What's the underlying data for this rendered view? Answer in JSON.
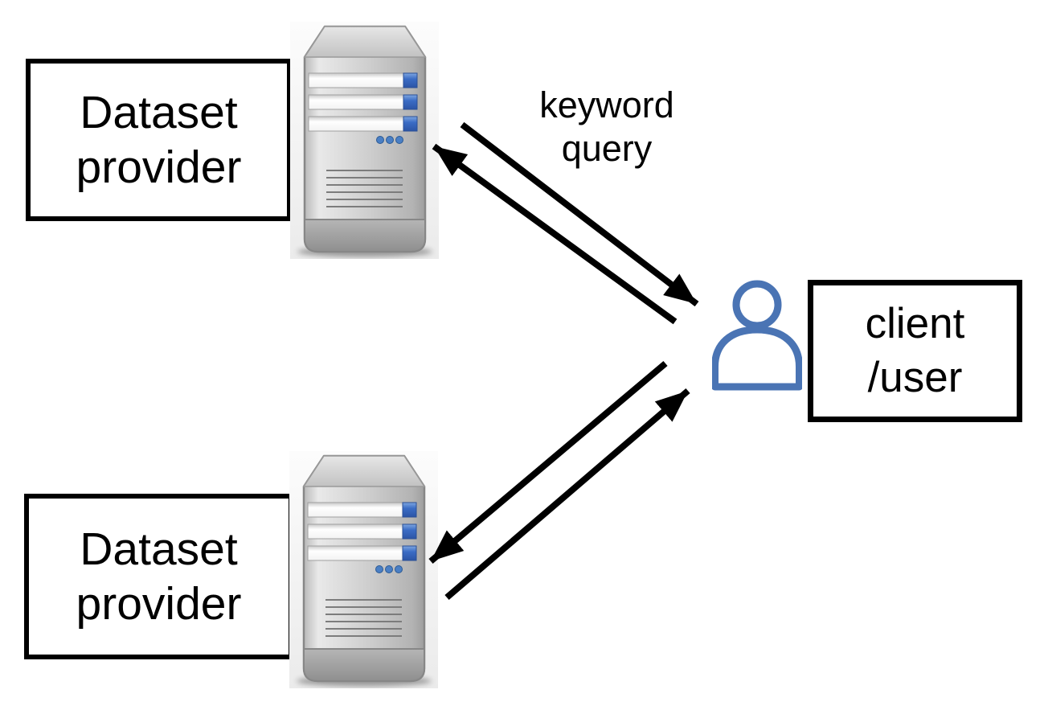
{
  "nodes": {
    "provider_top": {
      "line1": "Dataset",
      "line2": "provider"
    },
    "provider_bottom": {
      "line1": "Dataset",
      "line2": "provider"
    },
    "client": {
      "line1": "client",
      "line2": "/user"
    }
  },
  "edge_label": {
    "line1": "keyword",
    "line2": "query"
  },
  "icons": {
    "server_top": "server-icon",
    "server_bottom": "server-icon",
    "client_user": "user-icon"
  },
  "colors": {
    "page_background": "#ffffff",
    "box_border": "#000000",
    "box_background": "#ffffff",
    "text": "#000000",
    "arrow": "#000000",
    "user_icon_blue": "#4a74b4",
    "server_accent_blue": "#3b6cc5",
    "server_body_gray": "#c6c6c6"
  }
}
